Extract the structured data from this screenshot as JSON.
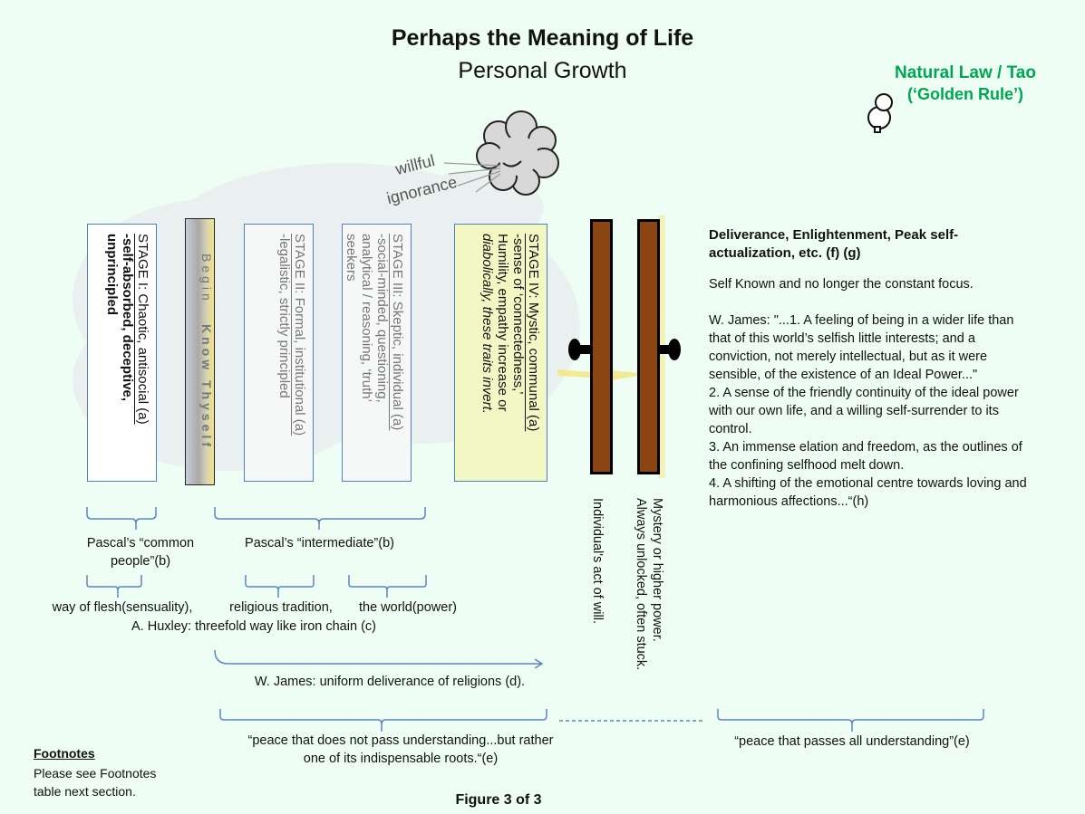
{
  "title": "Perhaps the Meaning of Life",
  "subtitle": "Personal Growth",
  "natural_law": {
    "line1": "Natural Law / Tao",
    "line2": "(‘Golden Rule’)"
  },
  "cloud_label": {
    "line1": "willful",
    "line2": "ignorance"
  },
  "stages": [
    {
      "heading": "STAGE I: Chaotic, antisocial (a)",
      "lines": [
        "-self-absorbed, deceptive,",
        "unprincipled"
      ]
    },
    {
      "heading": "STAGE II: Formal, institutional (a)",
      "lines": [
        "-legalistic, strictly principled"
      ]
    },
    {
      "heading": "STAGE III: Skeptic, individual (a)",
      "lines": [
        "-social-minded, questioning,",
        "analytical / reasoning, ‘truth’",
        "seekers"
      ]
    },
    {
      "heading": "STAGE IV: Mystic, communal (a)",
      "lines": [
        "-sense of ‘connectedness,’",
        "Humility, empathy increase or",
        "diabolically, these traits invert."
      ]
    }
  ],
  "know_thyself": {
    "begin": "Begin",
    "main": "Know Thyself"
  },
  "doors": {
    "door1_label": "Individual's act of will.",
    "door2_line1": "Mystery or higher power.",
    "door2_line2": "Always unlocked, often stuck."
  },
  "right_panel": {
    "heading": "Deliverance, Enlightenment, Peak self-actualization, etc. (f) (g)",
    "self_known": "Self Known and no longer the constant focus.",
    "james": [
      "W. James: \"...1. A feeling of being in a wider life than that of this world’s selfish little interests; and a conviction, not merely intellectual, but as it were sensible, of the existence of an Ideal Power...\"",
      "2. A sense of the friendly continuity of the ideal power with our own life, and a willing self-surrender to its control.",
      "3. An immense elation and freedom, as the outlines of the confining selfhood melt down.",
      "4. A shifting of the emotional centre towards loving and harmonious affections...“(h)"
    ]
  },
  "annotations": {
    "pascal_common": "Pascal’s “common people”(b)",
    "pascal_intermediate": "Pascal’s “intermediate”(b)",
    "flesh": "way of flesh(sensuality),",
    "religious": "religious tradition,",
    "world": "the world(power)",
    "huxley": "A. Huxley:  threefold way like iron chain (c)",
    "james_uniform": "W. James: uniform deliverance of religions (d).",
    "peace_not": "“peace that does not pass understanding...but rather one of its indispensable roots.“(e)",
    "peace_all": "“peace that passes all understanding”(e)"
  },
  "footnotes": {
    "heading": "Footnotes",
    "text": "Please see Footnotes table  next section."
  },
  "figure_caption": "Figure 3 of 3"
}
